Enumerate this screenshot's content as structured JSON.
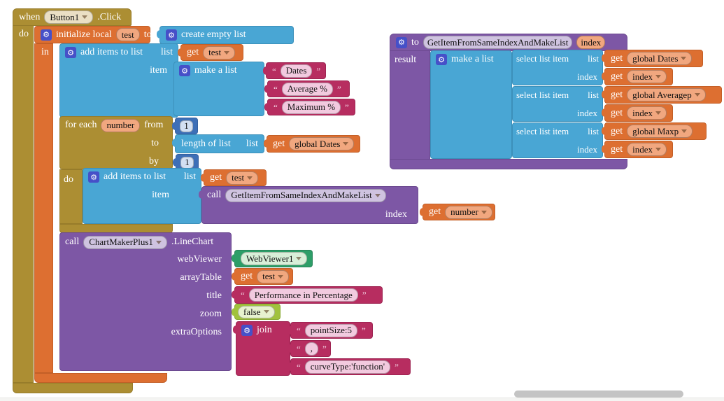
{
  "colors": {
    "event_gold": "#ac8e33",
    "variables_orange": "#dd6f31",
    "lists_blue": "#49a6d4",
    "math_blue": "#3d6fb7",
    "text_crimson": "#b72d60",
    "procedures_purple": "#7d57a5",
    "component_green": "#2d9e68",
    "logic_green": "#a1c23d"
  },
  "icons": {
    "gear": "⚙"
  },
  "labels": {
    "when": "when",
    "do": "do",
    "in": "in",
    "to": "to",
    "from": "from",
    "by": "by",
    "call": "call",
    "get": "get",
    "list": "list",
    "item": "item",
    "index": "index",
    "result": "result",
    "oq": "“",
    "cq": "”"
  },
  "left": {
    "when": {
      "component": "Button1",
      "suffix": ".Click"
    },
    "init_local": {
      "title": "initialize local",
      "var": "test"
    },
    "create_empty_list": {
      "title": "create empty list"
    },
    "add_items1": {
      "title": "add items to list",
      "get": "test"
    },
    "make_list1": {
      "title": "make a list",
      "items": [
        "Dates",
        "Average %",
        "Maximum %"
      ]
    },
    "for_each": {
      "title": "for each",
      "var": "number",
      "from_value": "1",
      "by_value": "1"
    },
    "length_of_list": {
      "title": "length of list",
      "get": "global Dates"
    },
    "add_items2": {
      "title": "add items to list",
      "get": "test",
      "proc": "GetItemFromSameIndexAndMakeList",
      "index_get": "number"
    },
    "chart": {
      "component": "ChartMakerPlus1",
      "method": ".LineChart",
      "params": {
        "webViewer": "webViewer",
        "arrayTable": "arrayTable",
        "title": "title",
        "zoom": "zoom",
        "extraOptions": "extraOptions"
      },
      "webviewer_value": "WebViewer1",
      "arraytable_get": "test",
      "title_value": "Performance in Percentage",
      "zoom_value": "false",
      "join_label": "join",
      "join_items": [
        "pointSize:5",
        ",",
        "curveType:'function'"
      ]
    }
  },
  "right": {
    "proc": {
      "name": "GetItemFromSameIndexAndMakeList",
      "param": "index",
      "make_list": "make a list",
      "select": "select list item",
      "rows": [
        {
          "list_get": "global Dates",
          "index_get": "index"
        },
        {
          "list_get": "global Averagep",
          "index_get": "index"
        },
        {
          "list_get": "global Maxp",
          "index_get": "index"
        }
      ]
    }
  }
}
